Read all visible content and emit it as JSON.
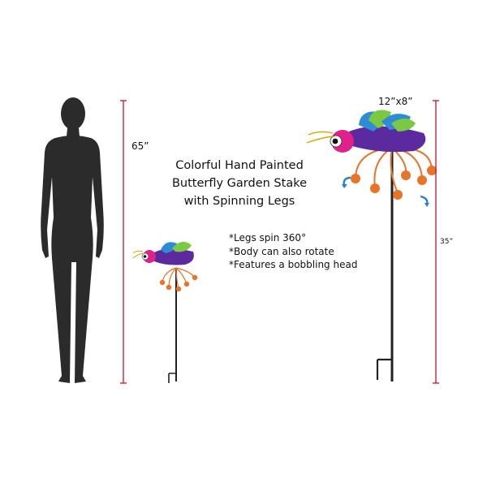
{
  "title": {
    "lines": [
      "Colorful Hand Painted",
      "Butterfly Garden Stake",
      "with Spinning Legs"
    ]
  },
  "features": [
    "*Legs spin 360°",
    "*Body can also rotate",
    "*Features a bobbling head"
  ],
  "dimensions": {
    "person_height": "65”",
    "product_height": "35”",
    "product_size": "12”x8”"
  },
  "colors": {
    "dimension_line": "#c0142a",
    "silhouette": "#2b2b2b",
    "wing_blue": "#2e8bd6",
    "wing_green": "#7ac943",
    "body_purple": "#5b2a9e",
    "head_pink": "#e0218a",
    "leg_orange": "#e8742a",
    "rotate_arrow": "#2a7fc4"
  },
  "icons": [
    "person-silhouette-icon",
    "butterfly-stake-icon",
    "rotate-arrow-icon"
  ]
}
